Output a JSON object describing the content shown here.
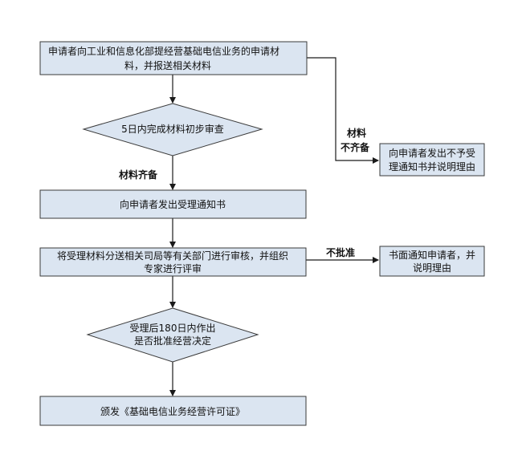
{
  "nodes": {
    "submit": {
      "line1": "申请者向工业和信息化部提经营基础电信业务的申请材",
      "line2": "料，并报送相关材料"
    },
    "initial_review": {
      "line1": "5日内完成材料初步审查"
    },
    "not_accepted": {
      "line1": "向申请者发出不予受",
      "line2": "理通知书并说明理由"
    },
    "acceptance_notice": {
      "line1": "向申请者发出受理通知书"
    },
    "review_dept": {
      "line1": "将受理材料分送相关司局等有关部门进行审核，并组织",
      "line2": "专家进行评审"
    },
    "rejection_notice": {
      "line1": "书面通知申请者，并",
      "line2": "说明理由"
    },
    "decision": {
      "line1": "受理后180日内作出",
      "line2": "是否批准经营决定"
    },
    "issue_license": {
      "line1": "颁发《基础电信业务经营许可证》"
    }
  },
  "edge_labels": {
    "incomplete_line1": "材料",
    "incomplete_line2": "不齐备",
    "complete": "材料齐备",
    "not_approved": "不批准"
  }
}
